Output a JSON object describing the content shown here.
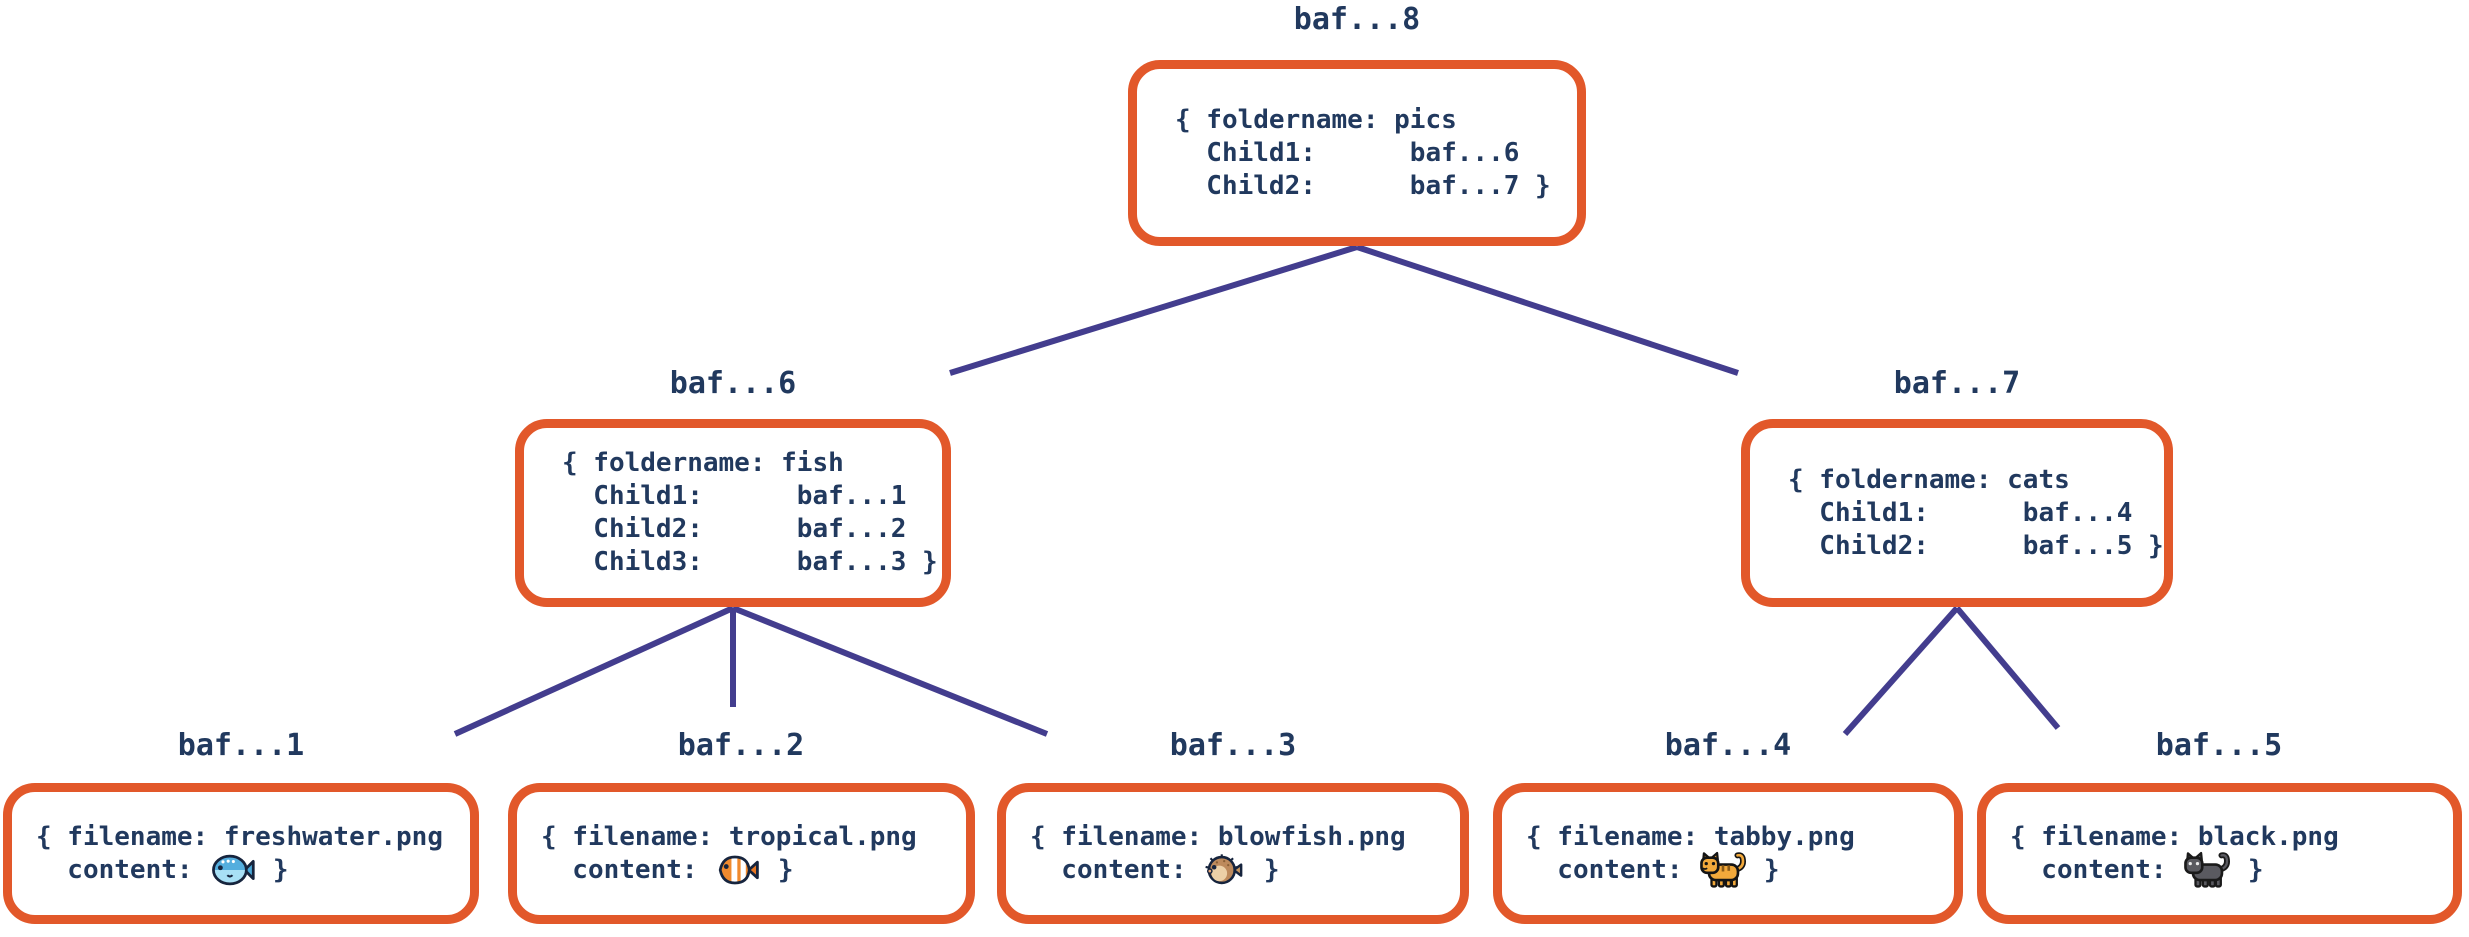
{
  "colors": {
    "box_border": "#e2582a",
    "text": "#21395e",
    "edge": "#433d8e",
    "background": "#ffffff"
  },
  "diagram": {
    "type": "merkle-dag-tree",
    "nodes": {
      "baf8": {
        "label": "baf...8",
        "lines": [
          "{ foldername: pics",
          "  Child1:      baf...6",
          "  Child2:      baf...7 }"
        ]
      },
      "baf6": {
        "label": "baf...6",
        "lines": [
          "{ foldername: fish",
          "  Child1:      baf...1",
          "  Child2:      baf...2",
          "  Child3:      baf...3 }"
        ]
      },
      "baf7": {
        "label": "baf...7",
        "lines": [
          "{ foldername: cats",
          "  Child1:      baf...4",
          "  Child2:      baf...5 }"
        ]
      },
      "baf1": {
        "label": "baf...1",
        "filename_line": "{ filename: freshwater.png",
        "content_label": "  content: ",
        "close_brace": " }",
        "icon": "freshwater-fish-icon"
      },
      "baf2": {
        "label": "baf...2",
        "filename_line": "{ filename: tropical.png",
        "content_label": "  content: ",
        "close_brace": " }",
        "icon": "tropical-fish-icon"
      },
      "baf3": {
        "label": "baf...3",
        "filename_line": "{ filename: blowfish.png",
        "content_label": "  content: ",
        "close_brace": " }",
        "icon": "blowfish-icon"
      },
      "baf4": {
        "label": "baf...4",
        "filename_line": "{ filename: tabby.png",
        "content_label": "  content: ",
        "close_brace": " }",
        "icon": "tabby-cat-icon"
      },
      "baf5": {
        "label": "baf...5",
        "filename_line": "{ filename: black.png",
        "content_label": "  content: ",
        "close_brace": " }",
        "icon": "black-cat-icon"
      }
    },
    "edges": [
      {
        "from": "baf8",
        "to": "baf6"
      },
      {
        "from": "baf8",
        "to": "baf7"
      },
      {
        "from": "baf6",
        "to": "baf1"
      },
      {
        "from": "baf6",
        "to": "baf2"
      },
      {
        "from": "baf6",
        "to": "baf3"
      },
      {
        "from": "baf7",
        "to": "baf4"
      },
      {
        "from": "baf7",
        "to": "baf5"
      }
    ]
  }
}
